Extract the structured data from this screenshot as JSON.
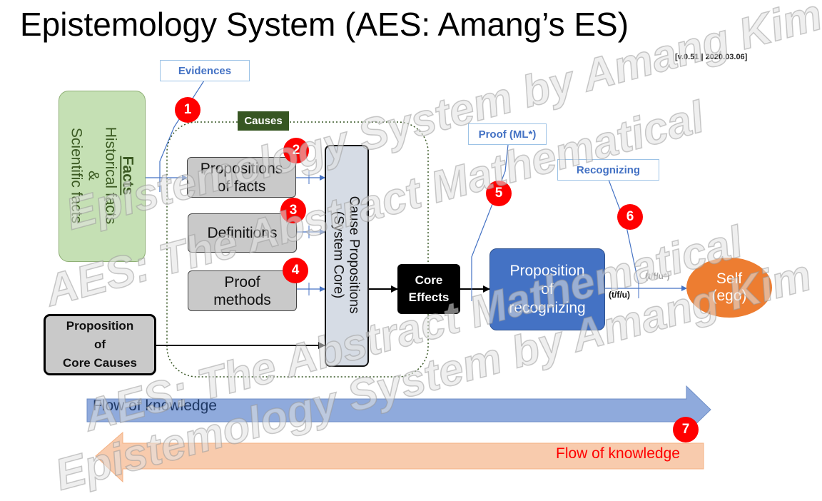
{
  "title": "Epistemology System (AES: Amang’s ES)",
  "version": "[v.0.51 | 2020.03.06]",
  "facts": {
    "heading": "Facts",
    "line1": "Historical facts",
    "line2": "&",
    "line3": "Scientific facts"
  },
  "callouts": {
    "evidences": "Evidences",
    "causes": "Causes",
    "proof": "Proof (ML*)",
    "recognizing": "Recognizing"
  },
  "boxes": {
    "propositions_of_facts_1": "Propositions",
    "propositions_of_facts_2": "of facts",
    "definitions": "Definitions",
    "proof_methods_1": "Proof",
    "proof_methods_2": "methods",
    "cause_propositions_1": "Cause Propositions",
    "cause_propositions_2": "(System Core)",
    "core_effects_1": "Core",
    "core_effects_2": "Effects",
    "prop_recognizing_1": "Proposition",
    "prop_recognizing_2": "of",
    "prop_recognizing_3": "recognizing",
    "self_1": "Self",
    "self_2": "(ego)",
    "core_causes_1": "Proposition",
    "core_causes_2": "of",
    "core_causes_3": "Core Causes"
  },
  "labels": {
    "tfu": "(t/f/u)",
    "tfu_star": "(t/f/u*)"
  },
  "numbers": [
    "1",
    "2",
    "3",
    "4",
    "5",
    "6",
    "7"
  ],
  "flows": {
    "forward": "Flow of knowledge",
    "backward": "Flow of knowledge"
  },
  "watermark": {
    "line1": "AES: The Abstract Mathematical",
    "line2": "Epistemology System by Amang Kim"
  },
  "colors": {
    "facts_fill": "#c5e0b4",
    "core_prop_fill": "#d6dce5",
    "recognizing_fill": "#4472c4",
    "self_fill": "#ed7d31",
    "forward_arrow": "#8faadc",
    "backward_arrow": "#f8cbad",
    "number_badge": "#ff0000"
  }
}
